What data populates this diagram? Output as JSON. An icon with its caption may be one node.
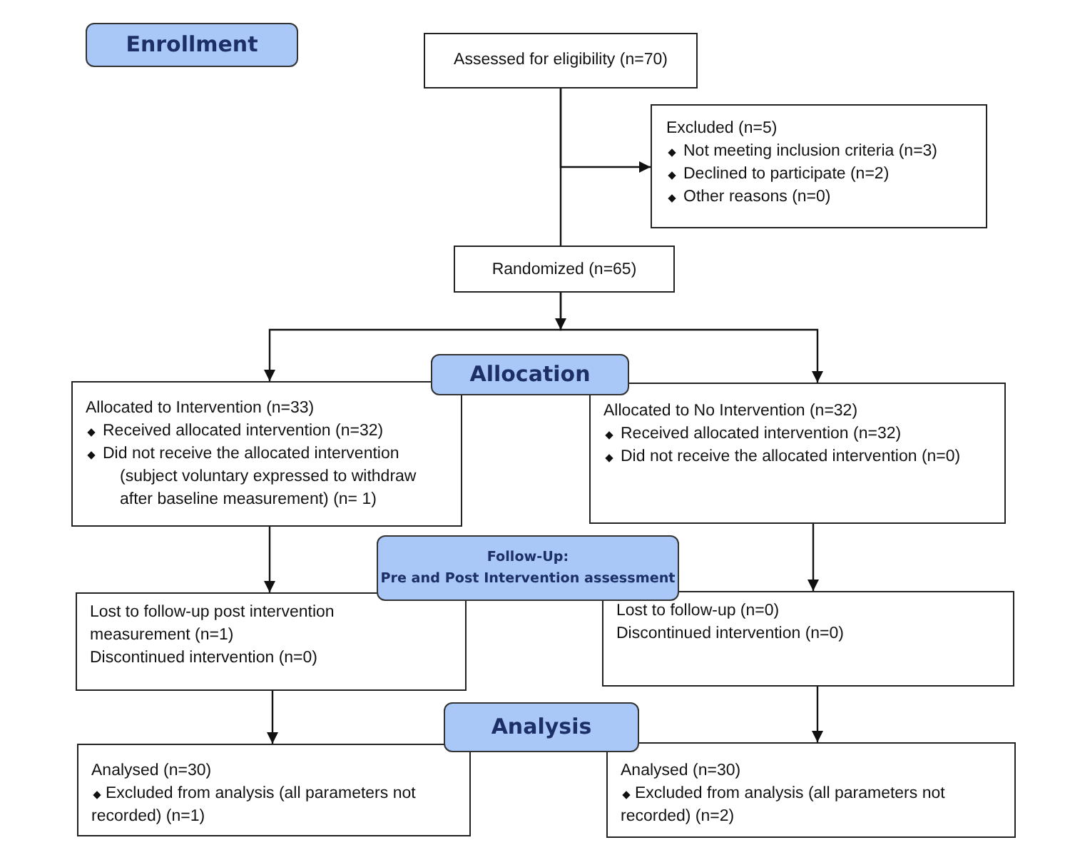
{
  "diagram": {
    "nodes": [
      {
        "text": [
          "Enrollment"
        ]
      },
      {
        "text": [
          "Assessed for eligibility (n=70)"
        ]
      },
      {
        "text": [
          "Excluded (n=5)",
          "Not meeting inclusion criteria (n=3)",
          "Declined to participate (n=2)",
          "Other reasons (n=0)"
        ]
      },
      {
        "text": [
          "Randomized (n=65)"
        ]
      },
      {
        "text": [
          "Allocation"
        ]
      },
      {
        "text": [
          "Allocated to Intervention (n=33)",
          "Received allocated intervention (n=32)",
          "Did not receive the allocated intervention (subject voluntary expressed to withdraw after baseline measurement) (n= 1)"
        ]
      },
      {
        "text": [
          "Allocated to No Intervention (n=32)",
          "Received allocated intervention (n=32)",
          "Did not receive the allocated intervention (n=0)"
        ]
      },
      {
        "text": [
          "Follow-Up:",
          "Pre and Post Intervention assessment"
        ]
      },
      {
        "text": [
          "Lost to follow-up post intervention measurement (n=1)",
          "Discontinued intervention (n=0)"
        ]
      },
      {
        "text": [
          "Lost to follow-up (n=0)",
          "Discontinued intervention (n=0)"
        ]
      },
      {
        "text": [
          "Analysis"
        ]
      },
      {
        "text": [
          "Analysed (n=30)",
          "Excluded from analysis (all parameters not recorded) (n=1)"
        ]
      },
      {
        "text": [
          "Analysed (n=30)",
          "Excluded from analysis (all parameters not recorded) (n=2)"
        ]
      }
    ],
    "edges": [
      {
        "from": 1,
        "to": 2,
        "arrow": "to"
      },
      {
        "from": 1,
        "to": 3,
        "arrow": "none"
      },
      {
        "from": 3,
        "to": 5,
        "arrow": "to"
      },
      {
        "from": 3,
        "to": 6,
        "arrow": "to"
      },
      {
        "from": 5,
        "to": 8,
        "arrow": "to"
      },
      {
        "from": 6,
        "to": 9,
        "arrow": "to"
      },
      {
        "from": 8,
        "to": 11,
        "arrow": "to"
      },
      {
        "from": 9,
        "to": 12,
        "arrow": "to"
      }
    ]
  }
}
